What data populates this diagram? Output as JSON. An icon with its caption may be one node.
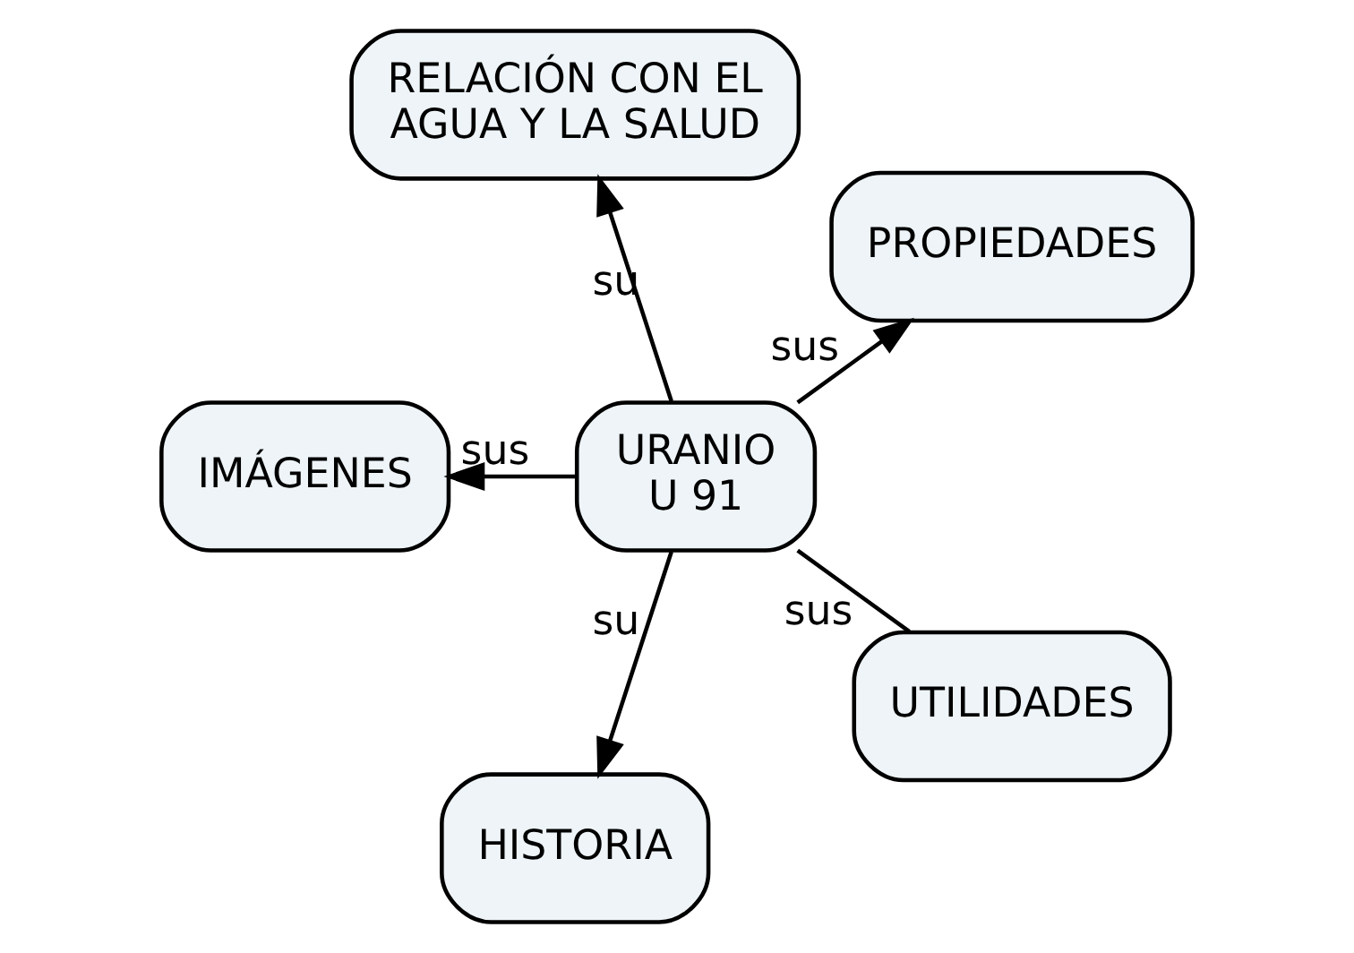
{
  "diagram": {
    "nodes": [
      {
        "text": [
          "PROPIEDADES"
        ]
      },
      {
        "text": [
          "RELACIÓN CON EL AGUA Y LA SALUD"
        ]
      },
      {
        "text": [
          "URANIO U 91"
        ]
      },
      {
        "text": [
          "IMÁGENES"
        ]
      },
      {
        "text": [
          "HISTORIA"
        ]
      },
      {
        "text": [
          "UTILIDADES"
        ]
      }
    ],
    "edges": [
      {
        "from": 2,
        "to": 0,
        "arrow": "to",
        "label": "sus"
      },
      {
        "from": 2,
        "to": 1,
        "arrow": "to",
        "label": "su"
      },
      {
        "from": 2,
        "to": 3,
        "arrow": "to",
        "label": "sus"
      },
      {
        "from": 2,
        "to": 4,
        "arrow": "to",
        "label": "su"
      },
      {
        "from": 2,
        "to": 5,
        "arrow": "none",
        "label": "sus"
      }
    ]
  }
}
